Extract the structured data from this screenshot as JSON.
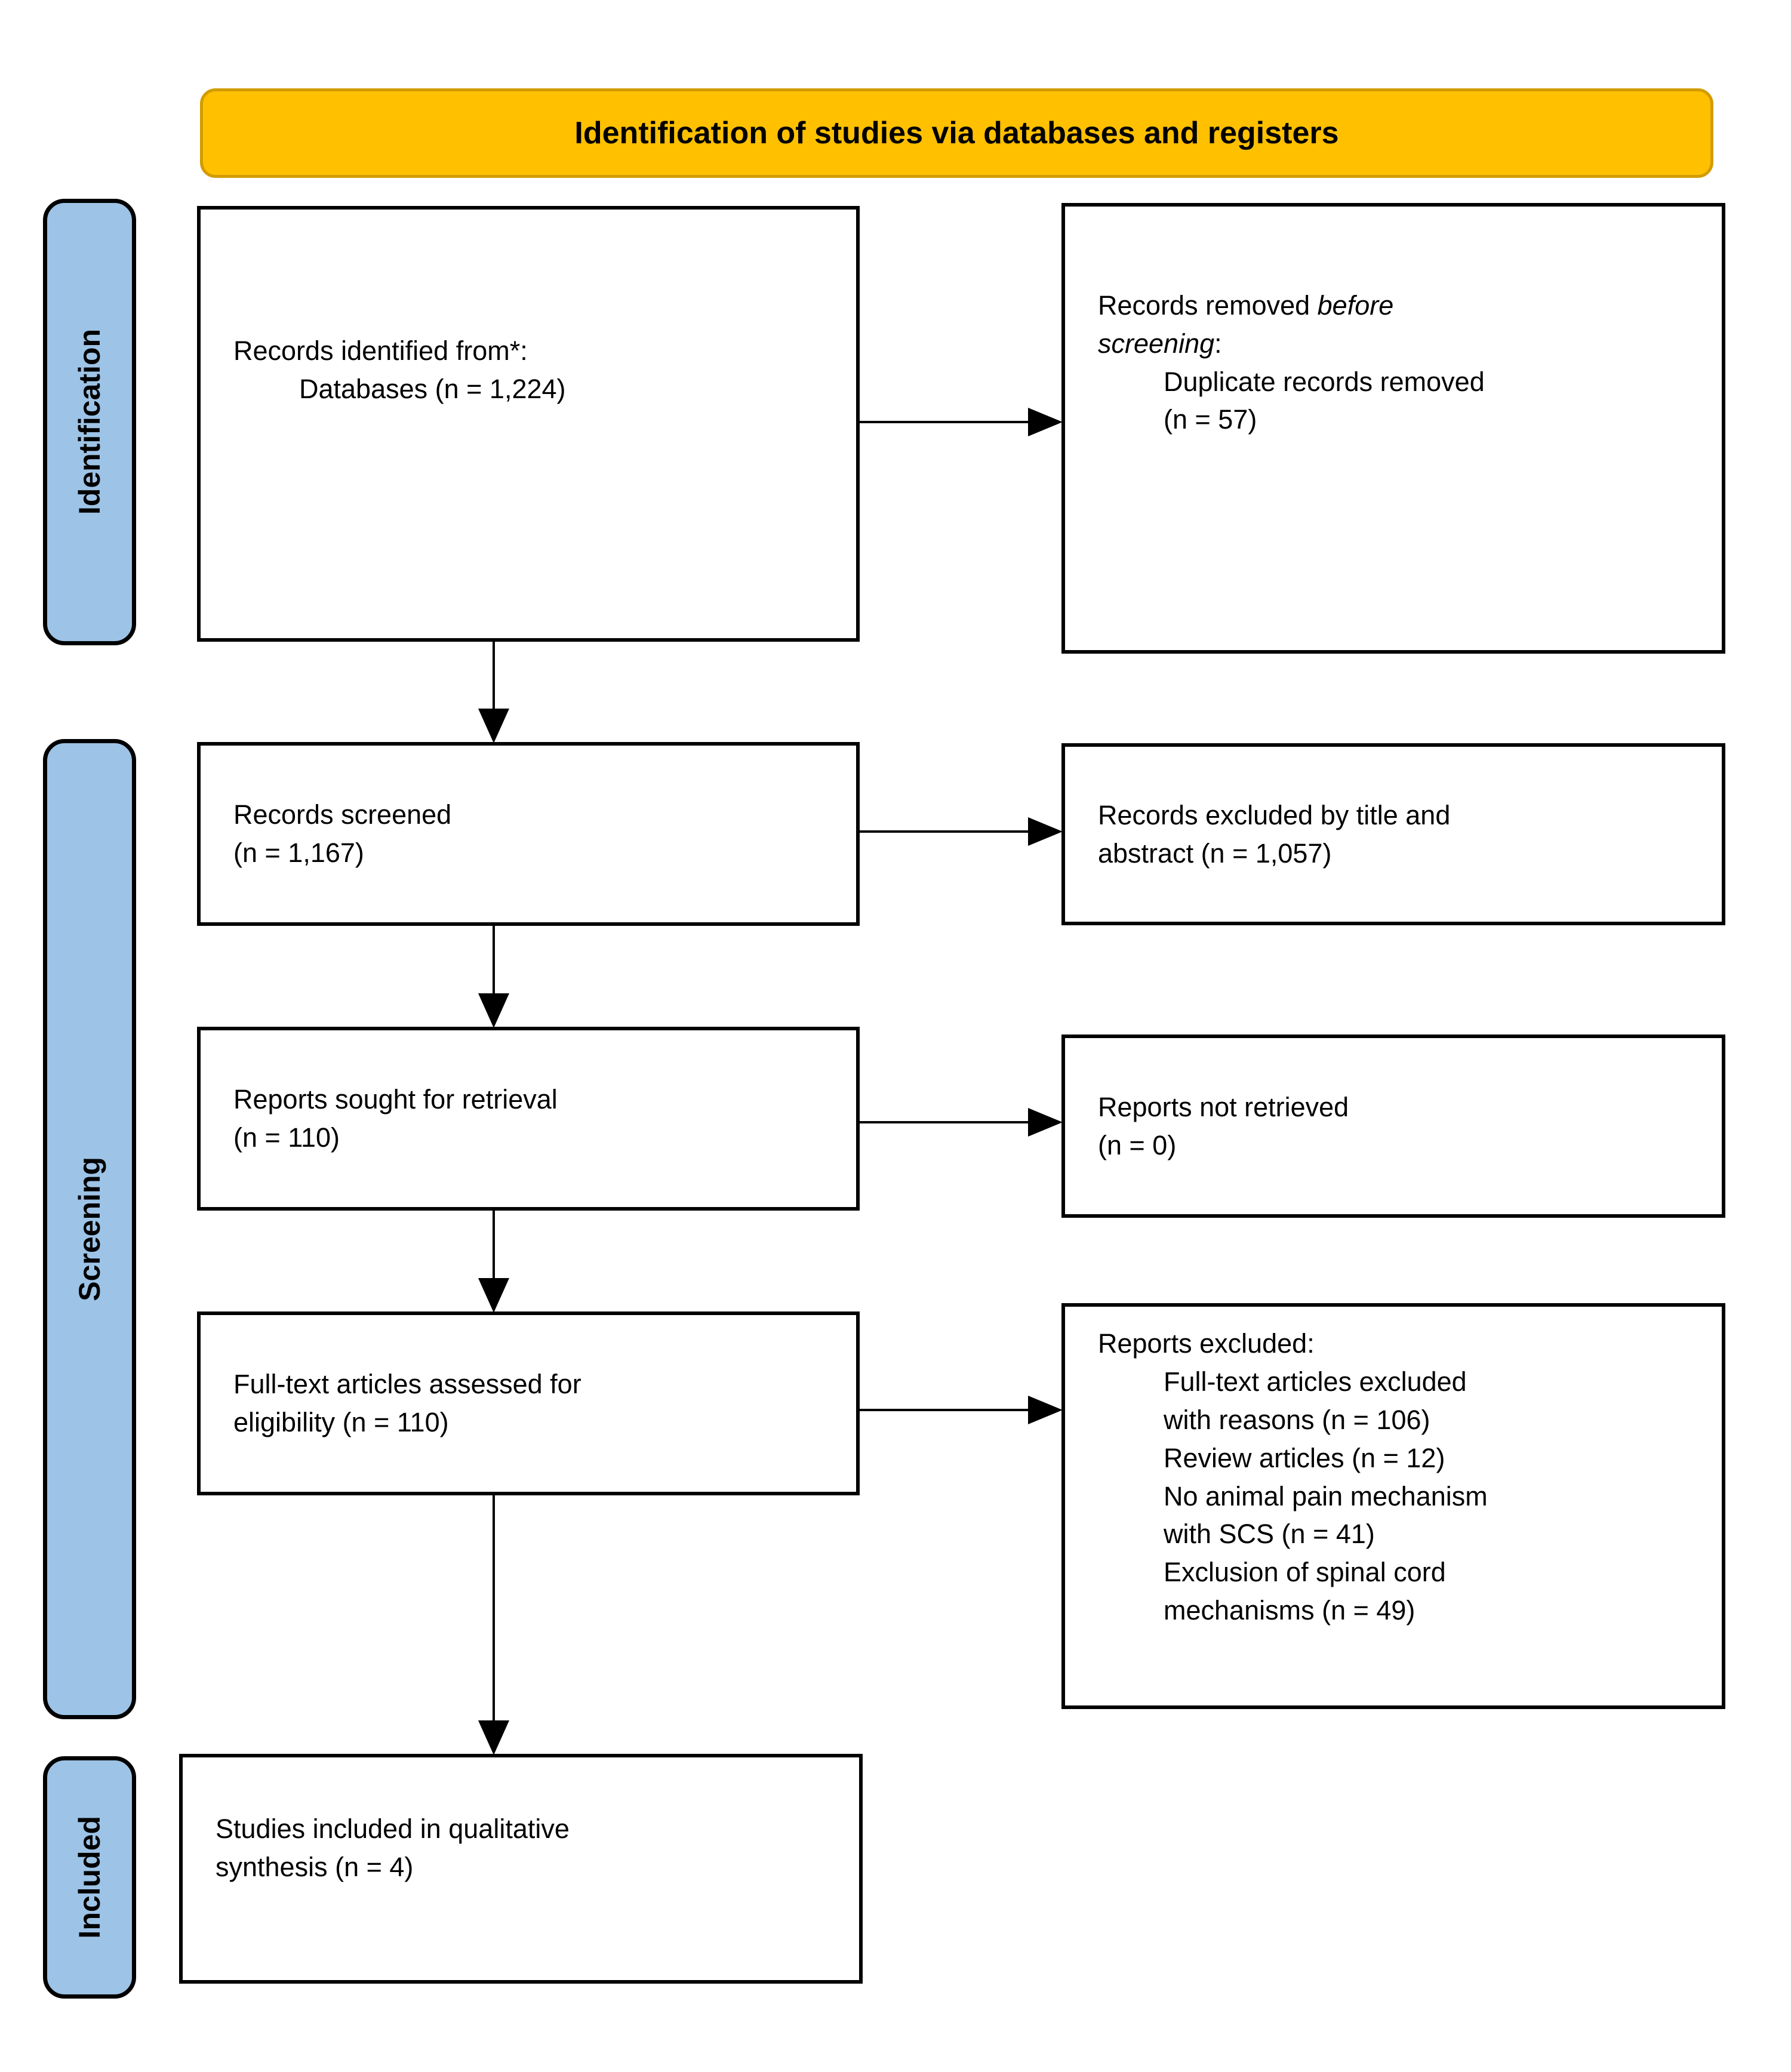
{
  "title_banner": {
    "label": "Identification of studies via databases and registers",
    "fill_color": "#FFC000",
    "border_color": "#D29C00"
  },
  "sidebar": {
    "fill_color": "#9DC3E6",
    "stages": [
      {
        "label": "Identification"
      },
      {
        "label": "Screening"
      },
      {
        "label": "Included"
      }
    ]
  },
  "boxes": {
    "identified": {
      "line1": "Records identified from*:",
      "line2": "Databases (n = 1,224)"
    },
    "removed_before_screening": {
      "line1_normal": "Records removed ",
      "line1_italic": "before",
      "line2_italic": "screening",
      "line2_normal": ":",
      "line3": "Duplicate records removed",
      "line4": "(n = 57)"
    },
    "screened": {
      "line1": "Records screened",
      "line2": "(n = 1,167)"
    },
    "excluded_title_abstract": {
      "line1": "Records excluded by title and",
      "line2": "abstract (n = 1,057)"
    },
    "sought_retrieval": {
      "line1": "Reports sought for retrieval",
      "line2": "(n = 110)"
    },
    "not_retrieved": {
      "line1": "Reports not retrieved",
      "line2": "(n = 0)"
    },
    "fulltext_assessed": {
      "line1": "Full-text articles assessed for",
      "line2": "eligibility (n = 110)"
    },
    "reports_excluded": {
      "title": "Reports excluded:",
      "items": [
        "Full-text articles excluded",
        "with reasons (n = 106)",
        "Review articles (n = 12)",
        "No animal pain mechanism",
        "with SCS (n = 41)",
        "Exclusion of spinal cord",
        "mechanisms (n = 49)"
      ]
    },
    "included_qualitative": {
      "line1": "Studies included in qualitative",
      "line2": "synthesis (n = 4)"
    }
  },
  "arrow_color": "#000000"
}
